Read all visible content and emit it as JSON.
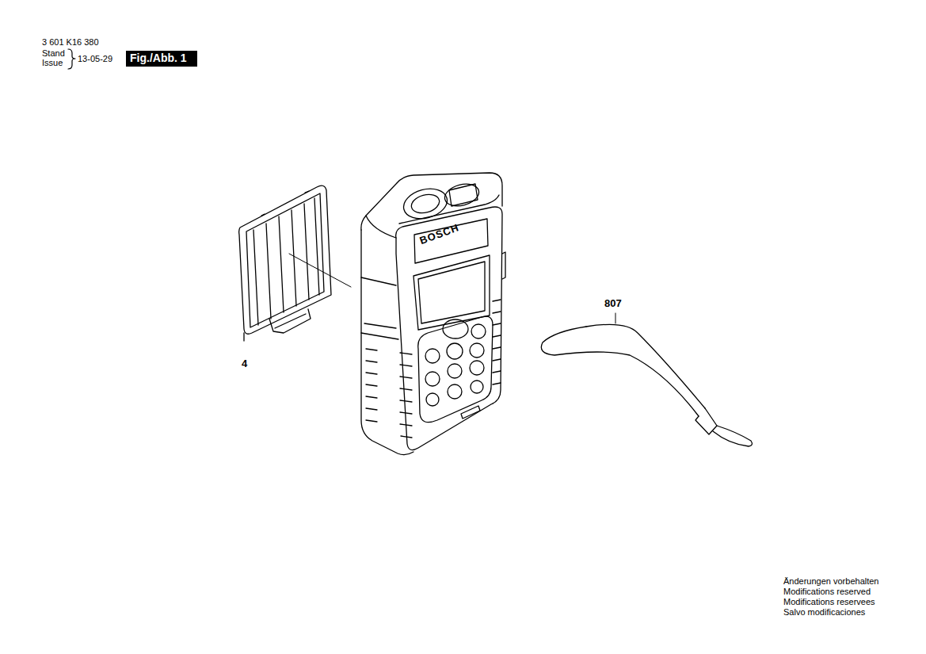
{
  "diagram": {
    "nodes": [
      {
        "text": [
          "Fig./Abb. 1"
        ]
      }
    ],
    "labels": [
      "3 601 K16 380",
      "Stand",
      "Issue",
      "13-05-29",
      "BOSCH",
      "4",
      "807",
      "Änderungen vorbehalten",
      "Modifications reserved",
      "Modifications reservees",
      "Salvo modificaciones"
    ]
  }
}
